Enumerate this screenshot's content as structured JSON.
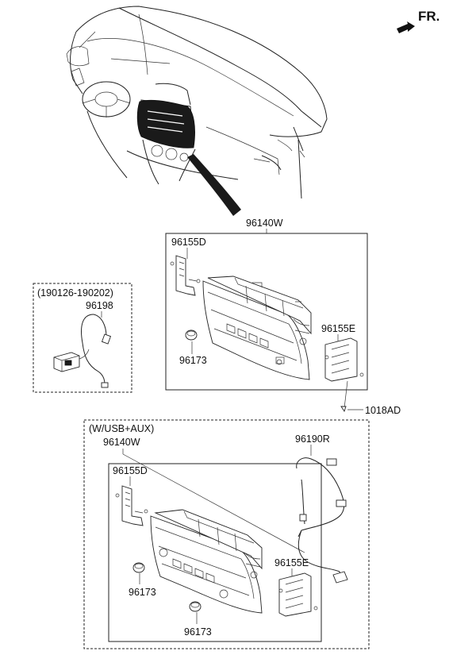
{
  "orientation_label": "FR.",
  "labels": {
    "main_unit_top": "96140W",
    "bracket_left_top": "96155D",
    "bracket_right_top": "96155E",
    "knob_top": "96173",
    "screw": "1018AD",
    "variant_date_range": "(190126-190202)",
    "cable_96198": "96198",
    "variant_usb_aux": "(W/USB+AUX)",
    "main_unit_bottom": "96140W",
    "usb_cable": "96190R",
    "bracket_left_bottom": "96155D",
    "bracket_right_bottom": "96155E",
    "knob_bottom_1": "96173",
    "knob_bottom_2": "96173"
  }
}
